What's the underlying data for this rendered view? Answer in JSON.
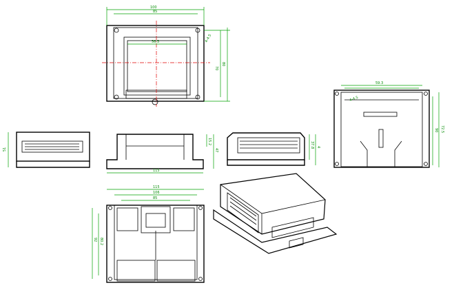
{
  "colors": {
    "outline": "#000000",
    "dimension": "#00a000",
    "centerline": "#e00000",
    "background": "#ffffff"
  },
  "top_view": {
    "dim_width": "100",
    "dim_inner": "85",
    "dim_window": "56.5",
    "dim_height": "70",
    "dim_total_height": "80",
    "dim_side": "4-4.5"
  },
  "right_view": {
    "dim_width": "59.3",
    "dim_inner": "4-4.5",
    "dim_height_1": "90",
    "dim_height_2": "72.5"
  },
  "front_views": {
    "dim_left_height": "51",
    "dim_center_width": "115",
    "dim_center_h1": "15.2",
    "dim_center_h2": "47",
    "dim_right_h1": "37.8",
    "dim_right_h2": "4"
  },
  "bottom_view": {
    "dim_total_width": "115",
    "dim_width": "106",
    "dim_inner": "85",
    "dim_height_1": "92",
    "dim_height_2": "80.2"
  }
}
